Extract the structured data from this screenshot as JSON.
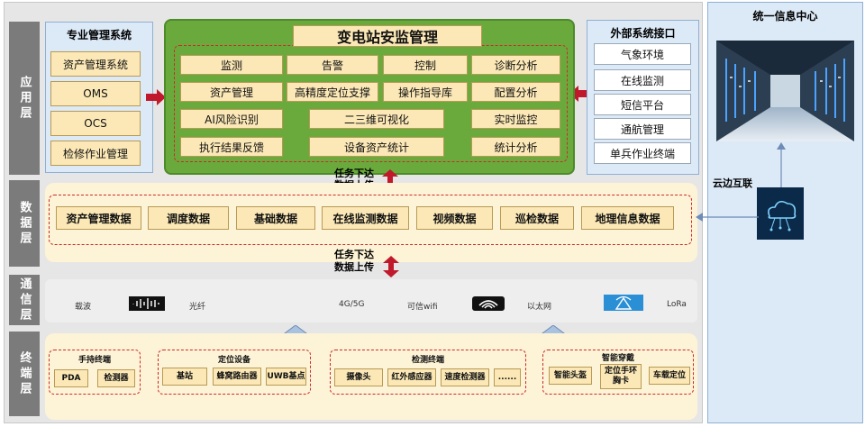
{
  "layers": {
    "application": "应用层",
    "data": "数据层",
    "communication": "通信层",
    "terminal": "终端层"
  },
  "professional": {
    "title": "专业管理系统",
    "items": [
      "资产管理系统",
      "OMS",
      "OCS",
      "检修作业管理"
    ]
  },
  "core": {
    "title": "变电站安监管理",
    "row1": [
      "监测",
      "告警",
      "控制",
      "诊断分析"
    ],
    "row2": [
      "资产管理",
      "高精度定位支撑",
      "操作指导库",
      "配置分析"
    ],
    "row3": [
      "AI风险识别",
      "二三维可视化",
      "实时监控"
    ],
    "row4": [
      "执行结果反馈",
      "设备资产统计",
      "统计分析"
    ]
  },
  "external": {
    "title": "外部系统接口",
    "items": [
      "气象环境",
      "在线监测",
      "短信平台",
      "通航管理",
      "单兵作业终端"
    ]
  },
  "data_layer": {
    "items": [
      "资产管理数据",
      "调度数据",
      "基础数据",
      "在线监测数据",
      "视频数据",
      "巡检数据",
      "地理信息数据"
    ]
  },
  "task": {
    "line1": "任务下达",
    "line2": "数据上传"
  },
  "communication": {
    "carrier": "载波",
    "fiber": "光纤",
    "cellular": "4G/5G",
    "wifi": "可信wifi",
    "ethernet": "以太网",
    "lora": "LoRa"
  },
  "terminals": {
    "handheld": {
      "title": "手持终端",
      "items": [
        "PDA",
        "检测器"
      ]
    },
    "positioning": {
      "title": "定位设备",
      "items": [
        "基站",
        "蜂窝路由器",
        "UWB基点"
      ]
    },
    "detection": {
      "title": "检测终端",
      "items": [
        "摄像头",
        "红外感应器",
        "速度检测器",
        "......"
      ]
    },
    "wearable": {
      "title": "智能穿戴",
      "items": [
        "智能头盔",
        "定位手环\n胸卡",
        "车载定位"
      ]
    }
  },
  "info_center": {
    "title": "统一信息中心",
    "cloud_edge": "云边互联"
  },
  "colors": {
    "green": "#6aaa3c",
    "yellow_box": "#fbe8b6",
    "blue_panel": "#dce9f7",
    "arrow_red": "#c0192b",
    "gray_label": "#7b7b7b"
  }
}
